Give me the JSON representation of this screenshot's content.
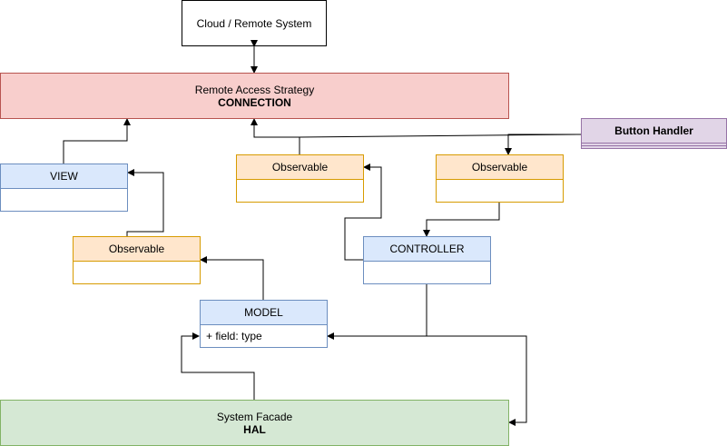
{
  "nodes": {
    "cloud": {
      "label": "Cloud / Remote System"
    },
    "remote": {
      "title": "Remote Access Strategy",
      "subtitle": "CONNECTION"
    },
    "button_handler": {
      "label": "Button Handler"
    },
    "view": {
      "label": "VIEW"
    },
    "observable_mid": {
      "label": "Observable"
    },
    "observable_right": {
      "label": "Observable"
    },
    "observable_left": {
      "label": "Observable"
    },
    "controller": {
      "label": "CONTROLLER"
    },
    "model": {
      "label": "MODEL",
      "field": "+ field: type"
    },
    "facade": {
      "title": "System Facade",
      "subtitle": "HAL"
    }
  },
  "colors": {
    "red_fill": "#f8cecc",
    "green_fill": "#d5e8d4",
    "orange_fill": "#ffe6cc",
    "blue_fill": "#dae8fc",
    "purple_fill": "#e1d5e7"
  }
}
